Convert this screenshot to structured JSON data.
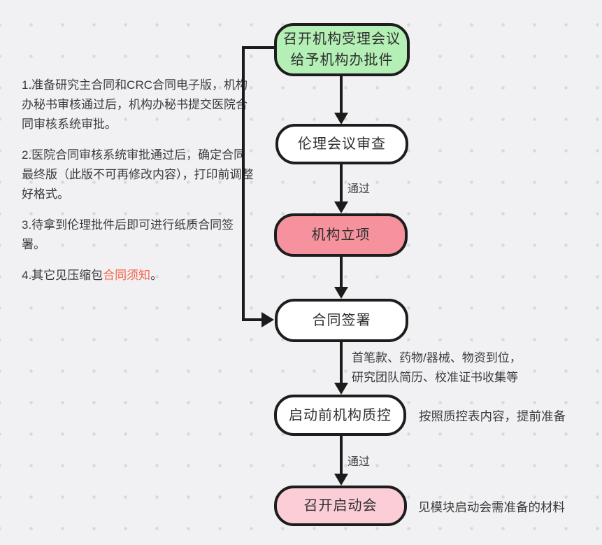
{
  "page": {
    "bg_color": "#f1f1f3",
    "dot_color": "#d9d9db",
    "stroke_color": "#1b1b1b"
  },
  "notes": {
    "p1": "1.准备研究主合同和CRC合同电子版，机构办秘书审核通过后，机构办秘书提交医院合同审核系统审批。",
    "p2": "2.医院合同审核系统审批通过后，确定合同最终版（此版不可再修改内容），打印前调整好格式。",
    "p3": "3.待拿到伦理批件后即可进行纸质合同签署。",
    "p4_prefix": "4.其它见压缩包",
    "p4_link": "合同须知",
    "p4_suffix": "。",
    "link_color": "#f3664d"
  },
  "flow": {
    "node1": {
      "line1": "召开机构受理会议",
      "line2": "给予机构办批件",
      "fill": "#b4f0b6"
    },
    "node2": {
      "label": "伦理会议审查",
      "fill": "#ffffff"
    },
    "node3": {
      "label": "机构立项",
      "fill": "#f6929e"
    },
    "node4": {
      "label": "合同签署",
      "fill": "#ffffff"
    },
    "node5": {
      "label": "启动前机构质控",
      "fill": "#ffffff"
    },
    "node6": {
      "label": "召开启动会",
      "fill": "#fbced7"
    },
    "edge_label_pass_1": "通过",
    "edge_label_pass_2": "通过",
    "edge_label_materials_line1": "首笔款、药物/器械、物资到位，",
    "edge_label_materials_line2": "研究团队简历、校准证书收集等",
    "note_qc": "按照质控表内容，提前准备",
    "note_kickoff": "见模块启动会需准备的材料"
  }
}
